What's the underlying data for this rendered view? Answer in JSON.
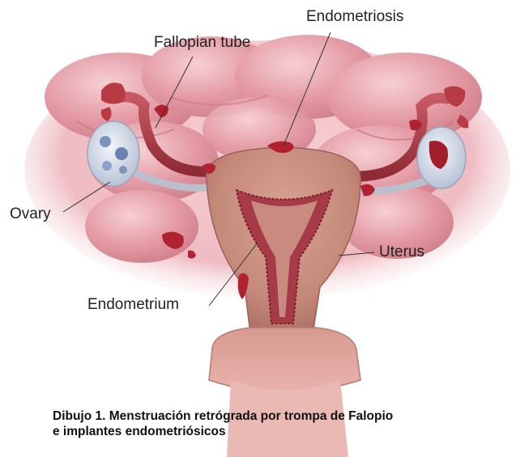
{
  "figure": {
    "labels": {
      "endometriosis": "Endometriosis",
      "fallopian_tube": "Fallopian tube",
      "ovary": "Ovary",
      "uterus": "Uterus",
      "endometrium": "Endometrium"
    },
    "caption": {
      "line1": "Dibujo 1. Menstruación retrógrada por trompa de Falopio",
      "line2": "e implantes endometriósicos"
    },
    "colors": {
      "tissue_pink": "#e8a3ac",
      "uterus_tan": "#c98d80",
      "lining_red": "#9c2f3d",
      "implant_red": "#b0222f",
      "leader_line": "#333333"
    }
  }
}
